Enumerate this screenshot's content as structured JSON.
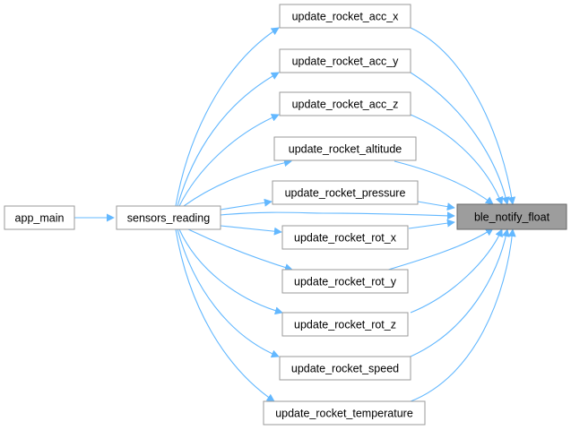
{
  "diagram": {
    "colors": {
      "edge": "#63b8ff",
      "node_border": "#9a9a9a",
      "highlight_fill": "#9d9d9d"
    },
    "nodes": {
      "app_main": "app_main",
      "sensors_reading": "sensors_reading",
      "update_rocket_acc_x": "update_rocket_acc_x",
      "update_rocket_acc_y": "update_rocket_acc_y",
      "update_rocket_acc_z": "update_rocket_acc_z",
      "update_rocket_altitude": "update_rocket_altitude",
      "update_rocket_pressure": "update_rocket_pressure",
      "update_rocket_rot_x": "update_rocket_rot_x",
      "update_rocket_rot_y": "update_rocket_rot_y",
      "update_rocket_rot_z": "update_rocket_rot_z",
      "update_rocket_speed": "update_rocket_speed",
      "update_rocket_temperature": "update_rocket_temperature",
      "ble_notify_float": "ble_notify_float"
    },
    "edges": [
      {
        "from": "app_main",
        "to": "sensors_reading"
      },
      {
        "from": "sensors_reading",
        "to": "update_rocket_acc_x"
      },
      {
        "from": "sensors_reading",
        "to": "update_rocket_acc_y"
      },
      {
        "from": "sensors_reading",
        "to": "update_rocket_acc_z"
      },
      {
        "from": "sensors_reading",
        "to": "update_rocket_altitude"
      },
      {
        "from": "sensors_reading",
        "to": "update_rocket_pressure"
      },
      {
        "from": "sensors_reading",
        "to": "update_rocket_rot_x"
      },
      {
        "from": "sensors_reading",
        "to": "update_rocket_rot_y"
      },
      {
        "from": "sensors_reading",
        "to": "update_rocket_rot_z"
      },
      {
        "from": "sensors_reading",
        "to": "update_rocket_speed"
      },
      {
        "from": "sensors_reading",
        "to": "update_rocket_temperature"
      },
      {
        "from": "sensors_reading",
        "to": "ble_notify_float"
      },
      {
        "from": "update_rocket_acc_x",
        "to": "ble_notify_float"
      },
      {
        "from": "update_rocket_acc_y",
        "to": "ble_notify_float"
      },
      {
        "from": "update_rocket_acc_z",
        "to": "ble_notify_float"
      },
      {
        "from": "update_rocket_altitude",
        "to": "ble_notify_float"
      },
      {
        "from": "update_rocket_pressure",
        "to": "ble_notify_float"
      },
      {
        "from": "update_rocket_rot_x",
        "to": "ble_notify_float"
      },
      {
        "from": "update_rocket_rot_y",
        "to": "ble_notify_float"
      },
      {
        "from": "update_rocket_rot_z",
        "to": "ble_notify_float"
      },
      {
        "from": "update_rocket_speed",
        "to": "ble_notify_float"
      },
      {
        "from": "update_rocket_temperature",
        "to": "ble_notify_float"
      }
    ]
  }
}
